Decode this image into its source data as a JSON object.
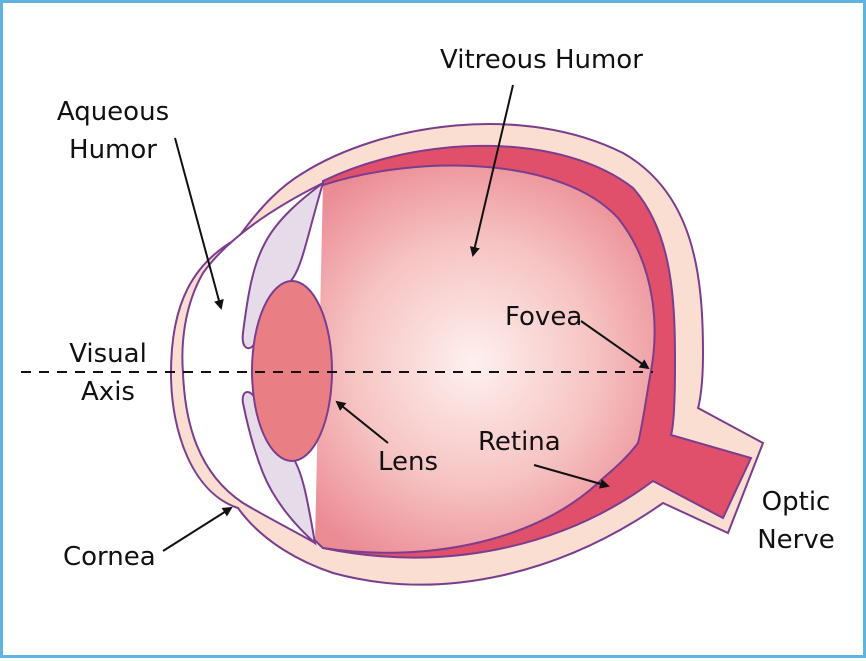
{
  "labels": {
    "vitreous_humor": "Vitreous Humor",
    "aqueous_humor": [
      "Aqueous",
      "Humor"
    ],
    "fovea": "Fovea",
    "visual_axis": [
      "Visual",
      "Axis"
    ],
    "lens": "Lens",
    "retina": "Retina",
    "cornea": "Cornea",
    "optic_nerve": [
      "Optic",
      "Nerve"
    ]
  },
  "colors": {
    "frame": "#5fb4dd",
    "sclera": "#fbded2",
    "retina": "#e0506a",
    "vitreous_center": "#fdf1ef",
    "vitreous_edge": "#eb8c95",
    "lens": "#ea7e85",
    "iris": "#e6dce9",
    "outline": "#7b3d8e"
  }
}
